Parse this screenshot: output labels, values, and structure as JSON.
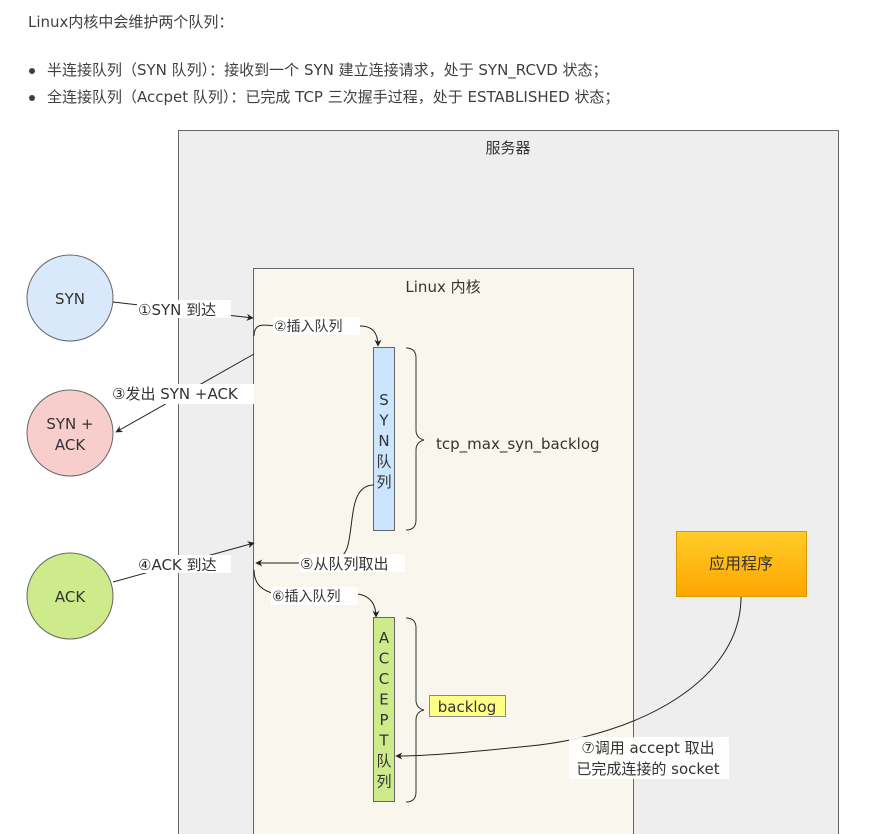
{
  "intro": "Linux内核中会维护两个队列：",
  "points": [
    "半连接队列（SYN 队列）：接收到一个 SYN 建立连接请求，处于 SYN_RCVD 状态；",
    "全连接队列（Accpet 队列）：已完成 TCP 三次握手过程，处于 ESTABLISHED 状态；"
  ],
  "diagram": {
    "server_label": "服务器",
    "kernel_label": "Linux 内核",
    "app_label": "应用程序",
    "clients": {
      "syn": "SYN",
      "synack_line1": "SYN +",
      "synack_line2": "ACK",
      "ack": "ACK"
    },
    "steps": {
      "s1": "①SYN 到达",
      "s2": "②插入队列",
      "s3": "③发出 SYN +ACK",
      "s4": "④ACK 到达",
      "s5": "⑤从队列取出",
      "s6": "⑥插入队列",
      "s7_line1": "⑦调用 accept 取出",
      "s7_line2": "已完成连接的 socket"
    },
    "syn_queue_chars": [
      "S",
      "Y",
      "N",
      "队",
      "列"
    ],
    "accept_queue_chars": [
      "A",
      "C",
      "C",
      "E",
      "P",
      "T",
      "队",
      "列"
    ],
    "syn_queue_limit": "tcp_max_syn_backlog",
    "accept_queue_limit": "backlog",
    "colors": {
      "server_bg": "#eeeeee",
      "kernel_bg": "#f9f7ed",
      "syn_circle": "#dae8fc",
      "synack_circle": "#f8cecc",
      "ack_circle": "#cdeb8b",
      "syn_queue": "#cce5ff",
      "accept_queue": "#cdeb8b",
      "backlog_tag": "#ffff88",
      "app_top": "#ffcd28",
      "app_bottom": "#ffa500"
    }
  }
}
